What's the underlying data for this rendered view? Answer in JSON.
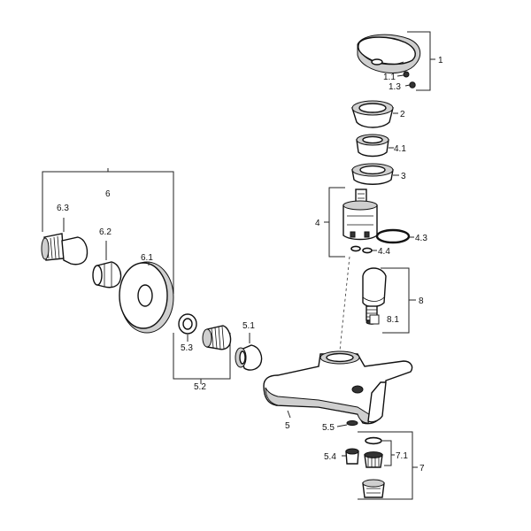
{
  "diagram": {
    "labels": {
      "p1": "1",
      "p1_1": "1.1",
      "p1_3": "1.3",
      "p2": "2",
      "p4_1": "4.1",
      "p3": "3",
      "p4": "4",
      "p4_3": "4.3",
      "p4_4": "4.4",
      "p6": "6",
      "p6_3": "6.3",
      "p6_2": "6.2",
      "p6_1": "6.1",
      "p8": "8",
      "p8_1": "8.1",
      "p5_1": "5.1",
      "p5_3": "5.3",
      "p5_2": "5.2",
      "p5": "5",
      "p5_5": "5.5",
      "p5_4": "5.4",
      "p7_1": "7.1",
      "p7": "7"
    }
  }
}
